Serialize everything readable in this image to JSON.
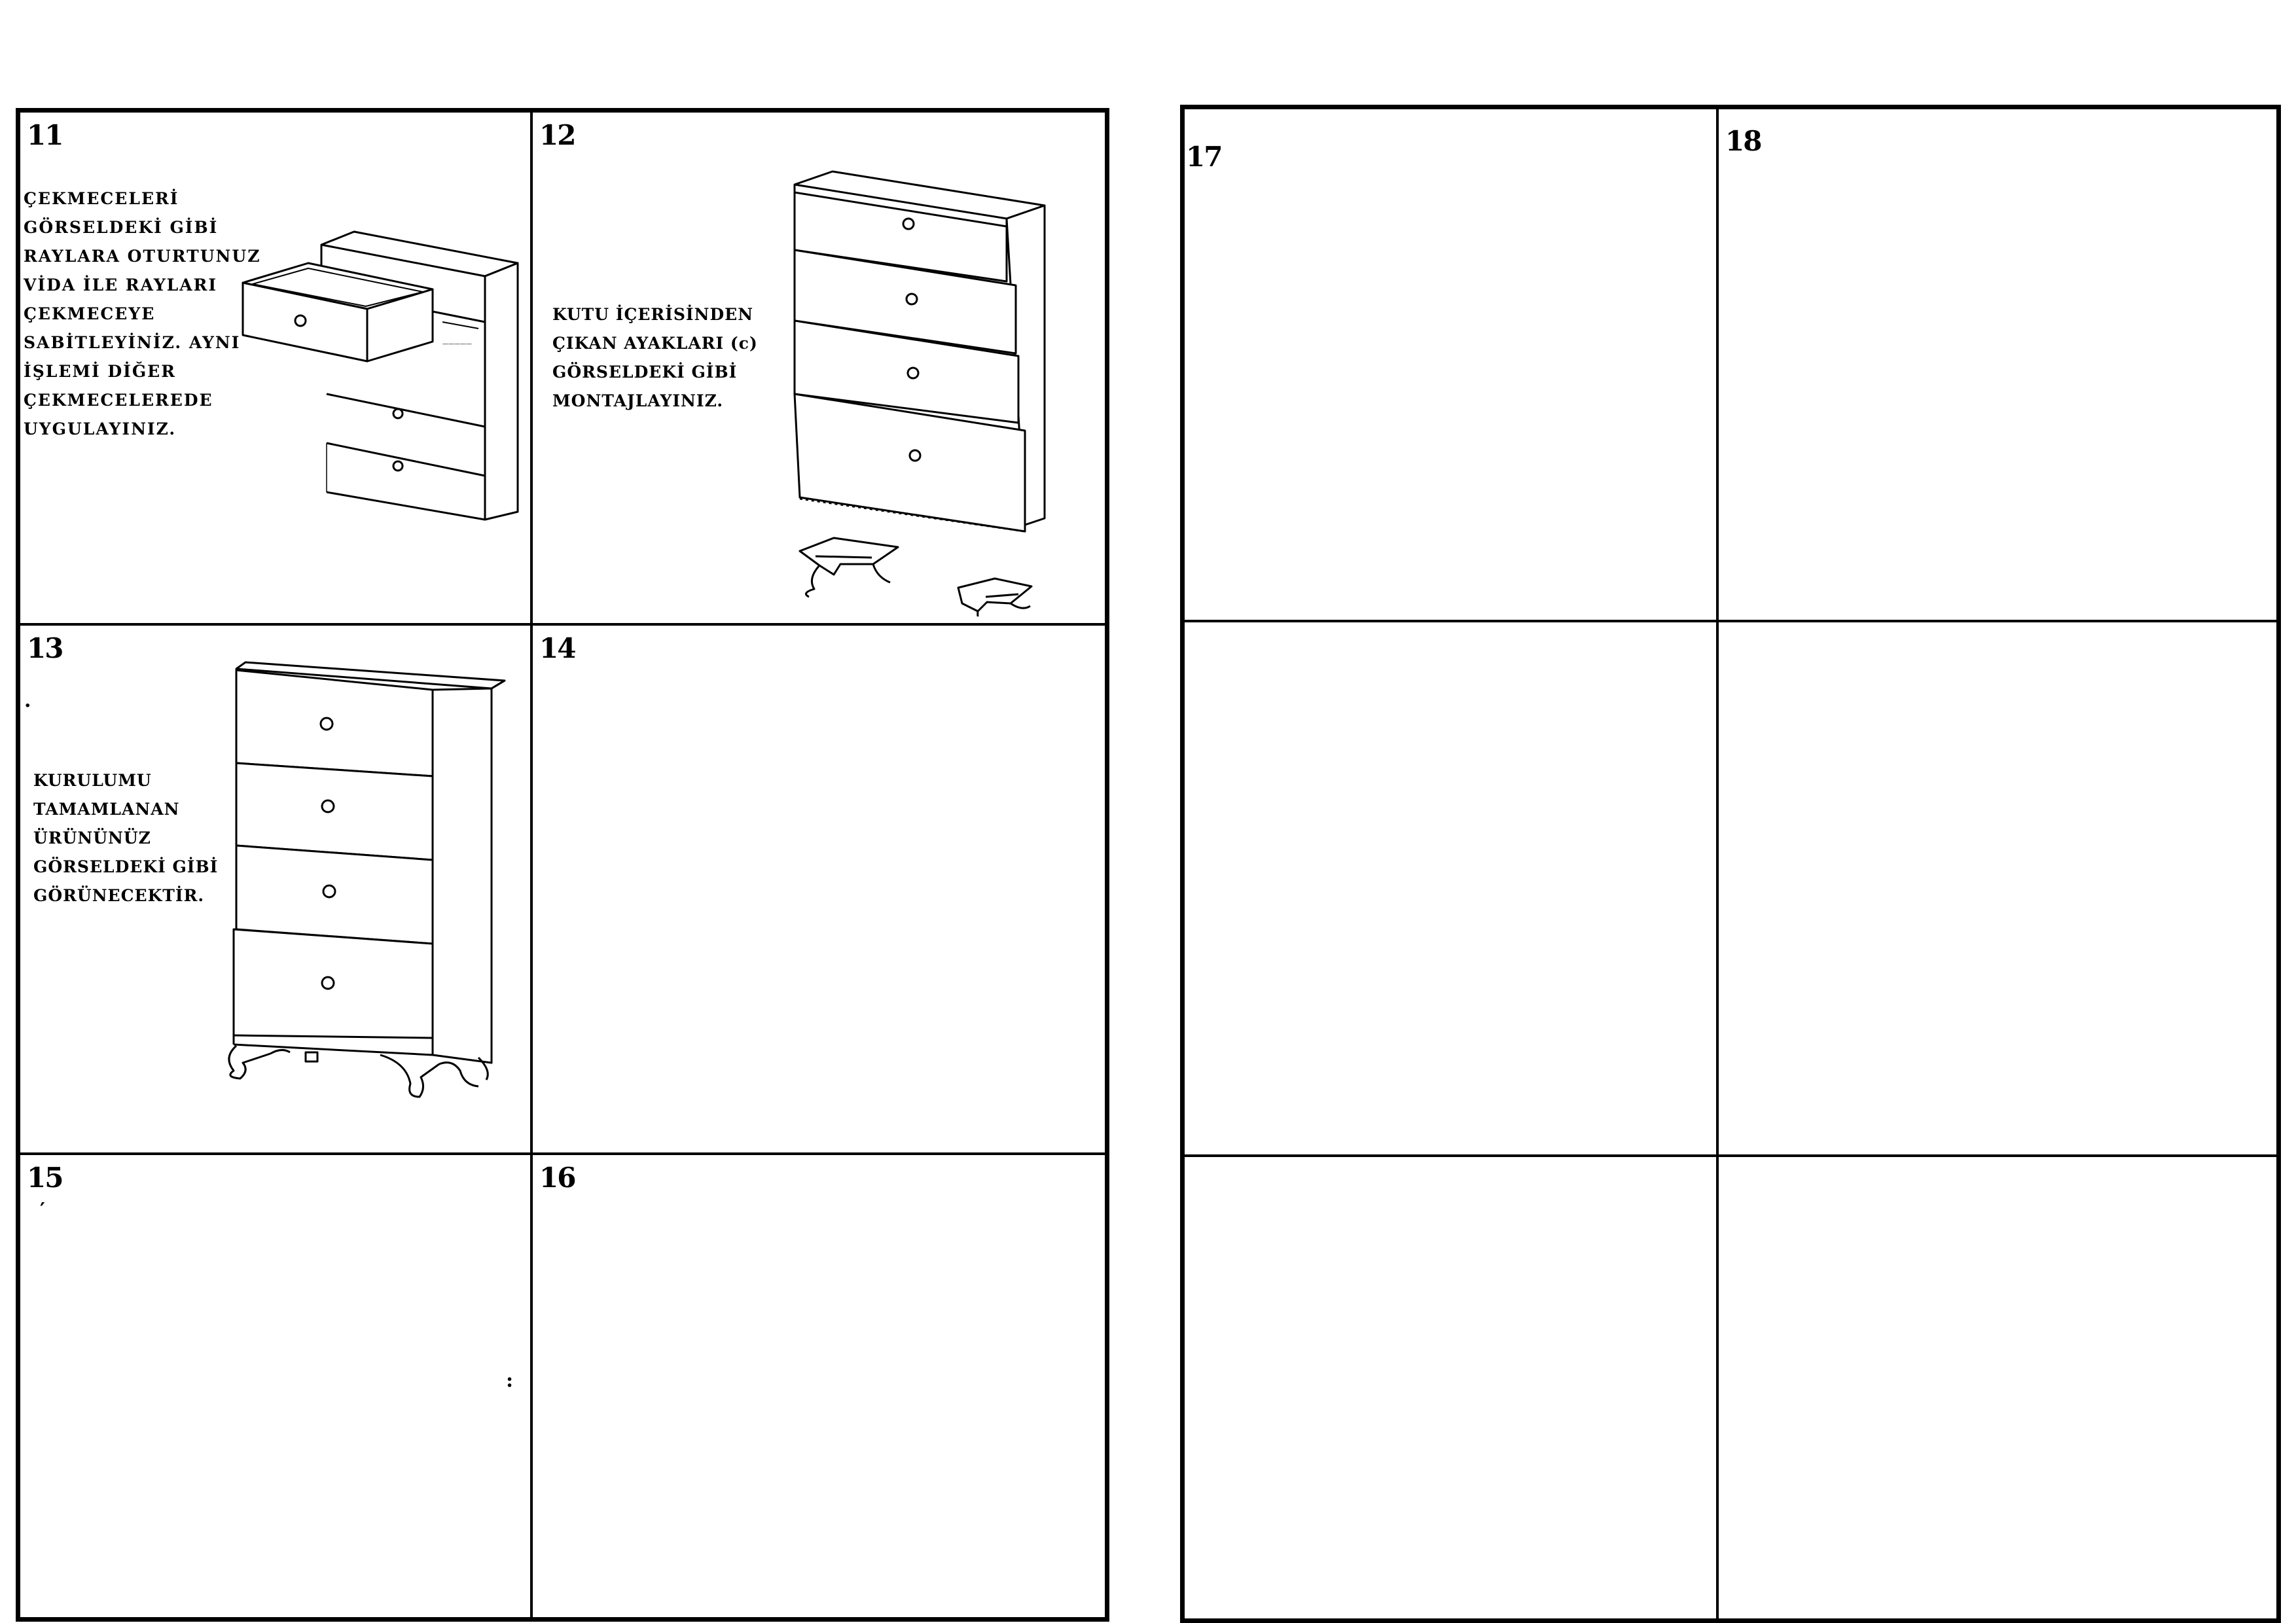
{
  "left_page": {
    "steps": [
      {
        "number": "11",
        "instruction_lines": [
          "ÇEKMECELERİ",
          "GÖRSELDEKİ GİBİ",
          "RAYLARA OTURTUNUZ",
          "VİDA İLE RAYLARI",
          "ÇEKMECEYE",
          "SABİTLEYİNİZ. AYNI",
          "İŞLEMİ DİĞER",
          "ÇEKMECELEREDE",
          "UYGULAYINIZ."
        ],
        "illustration": "dresser-drawer-rail-icon"
      },
      {
        "number": "12",
        "instruction_lines": [
          "KUTU İÇERİSİNDEN",
          "ÇIKAN AYAKLARI (c)",
          "GÖRSELDEKİ GİBİ",
          "MONTAJLAYINIZ."
        ],
        "illustration": "dresser-feet-icon"
      },
      {
        "number": "13",
        "instruction_lines": [
          "KURULUMU",
          "TAMAMLANAN",
          "ÜRÜNÜNÜZ",
          "GÖRSELDEKİ GİBİ",
          "GÖRÜNECEKTİR."
        ],
        "illustration": "finished-dresser-icon"
      },
      {
        "number": "14",
        "instruction_lines": []
      },
      {
        "number": "15",
        "instruction_lines": []
      },
      {
        "number": "16",
        "instruction_lines": []
      }
    ]
  },
  "right_page": {
    "steps": [
      {
        "number": "17"
      },
      {
        "number": "18"
      }
    ]
  }
}
